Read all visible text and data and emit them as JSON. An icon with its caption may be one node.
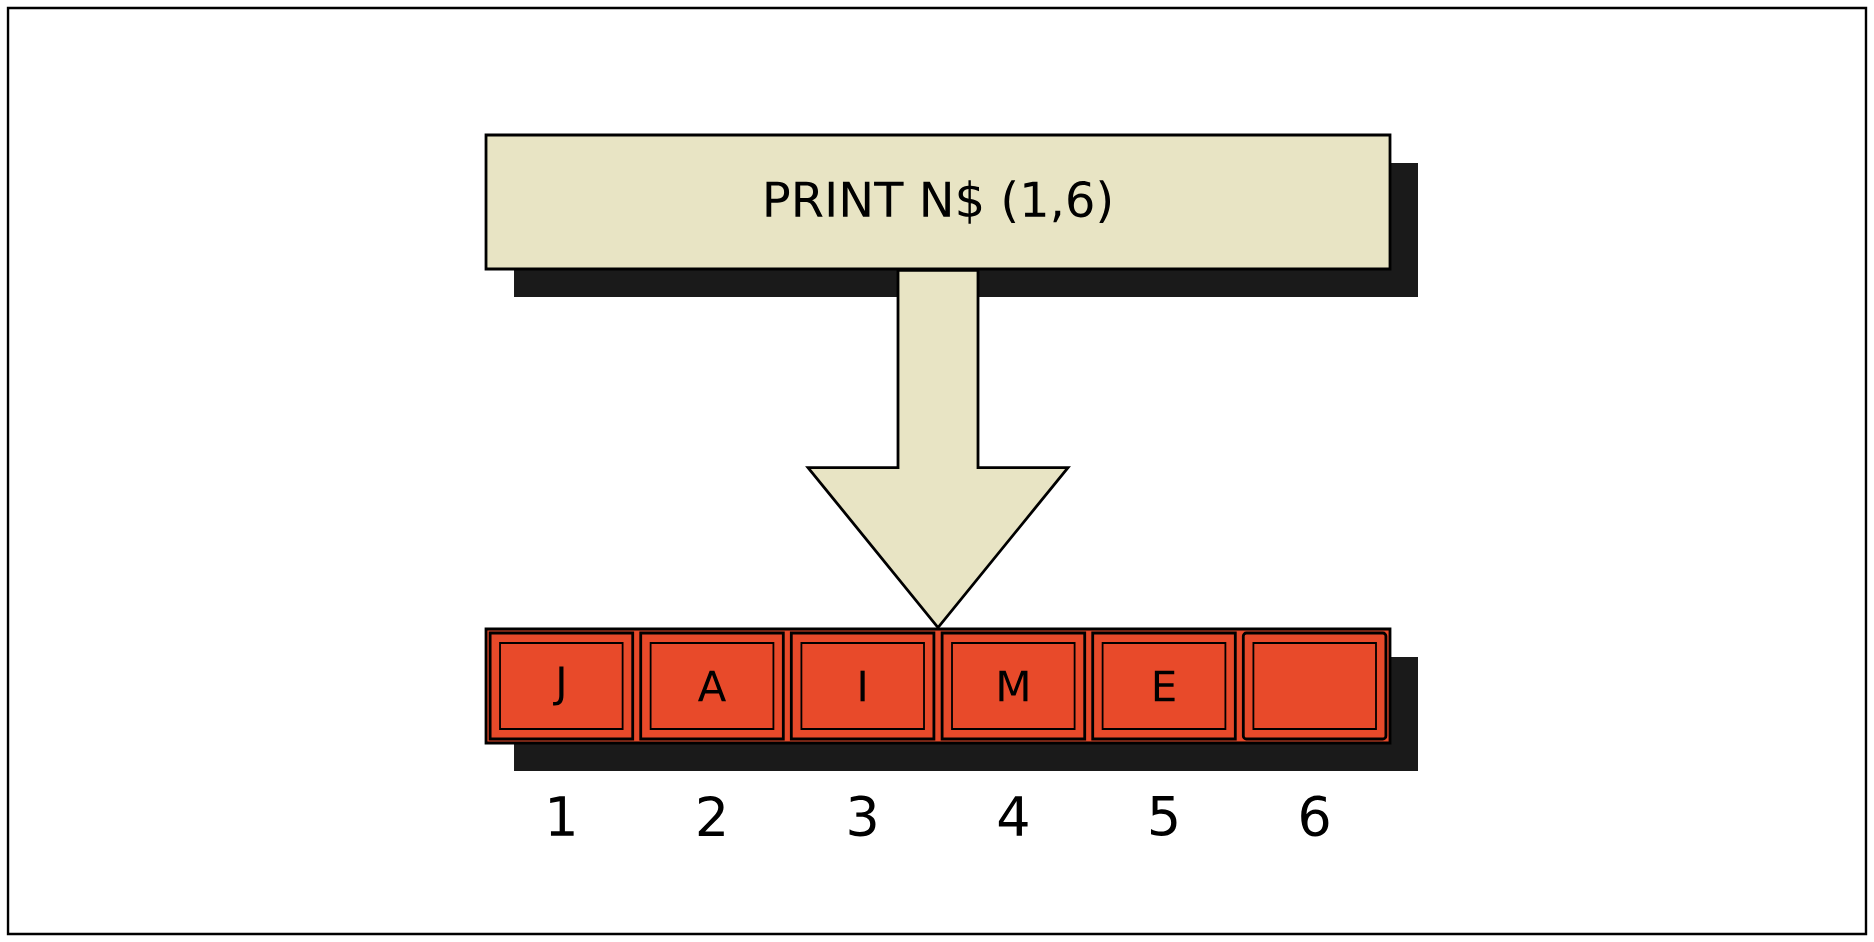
{
  "diagram": {
    "nodes": [
      {
        "text": [
          "PRINT  N$  (1,6)"
        ]
      },
      {
        "text": [],
        "shape": "bar"
      },
      {
        "text": [
          "J"
        ],
        "in": 1
      },
      {
        "text": [
          "A"
        ],
        "in": 1
      },
      {
        "text": [
          "I"
        ],
        "in": 1
      },
      {
        "text": [
          "M"
        ],
        "in": 1
      },
      {
        "text": [
          "E"
        ],
        "in": 1
      },
      {
        "text": [],
        "shape": "box",
        "in": 1
      }
    ],
    "edges": [
      {
        "from": 0,
        "to": 1,
        "arrow": "to"
      }
    ],
    "labels": [
      "1",
      "2",
      "3",
      "4",
      "5",
      "6"
    ]
  }
}
